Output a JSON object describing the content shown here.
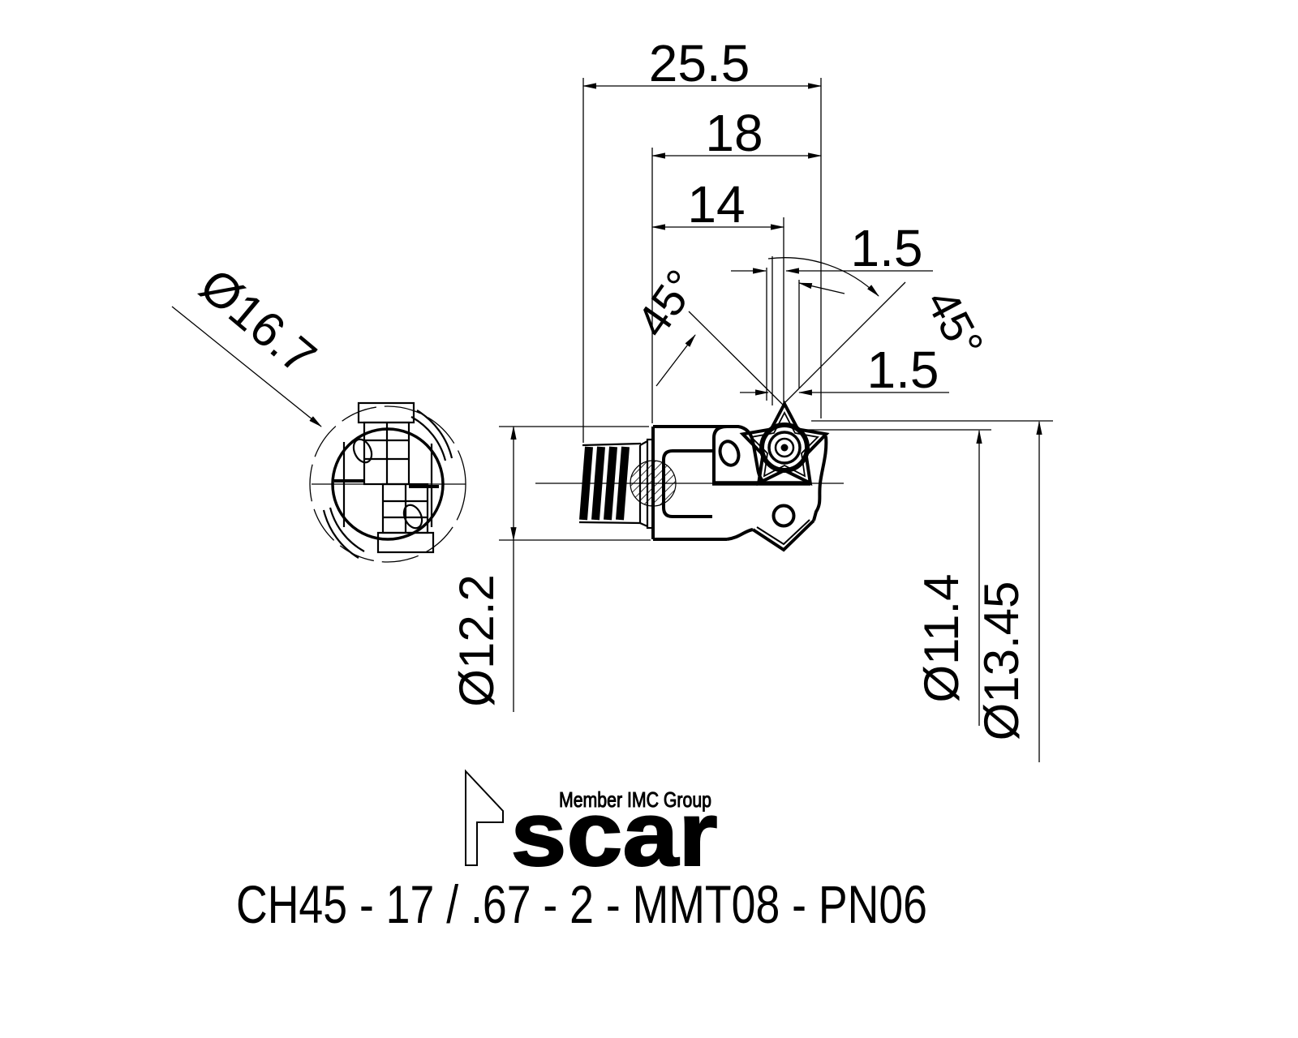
{
  "drawing": {
    "background": "#ffffff",
    "line_color": "#000000",
    "dims": {
      "overall_length": "25.5",
      "head_length": "18",
      "center_distance": "14",
      "offset_top": "1.5",
      "offset_bottom": "1.5",
      "angle_left": "45°",
      "angle_right": "45°",
      "cutting_dia": "Ø16.7",
      "shank_dia": "Ø12.2",
      "inner_dia": "Ø11.4",
      "max_dia": "Ø13.45"
    },
    "logo": {
      "tagline": "Member IMC Group",
      "brand": "iscar"
    },
    "part_number": "CH45 - 17 / .67 - 2 - MMT08 - PN06"
  }
}
